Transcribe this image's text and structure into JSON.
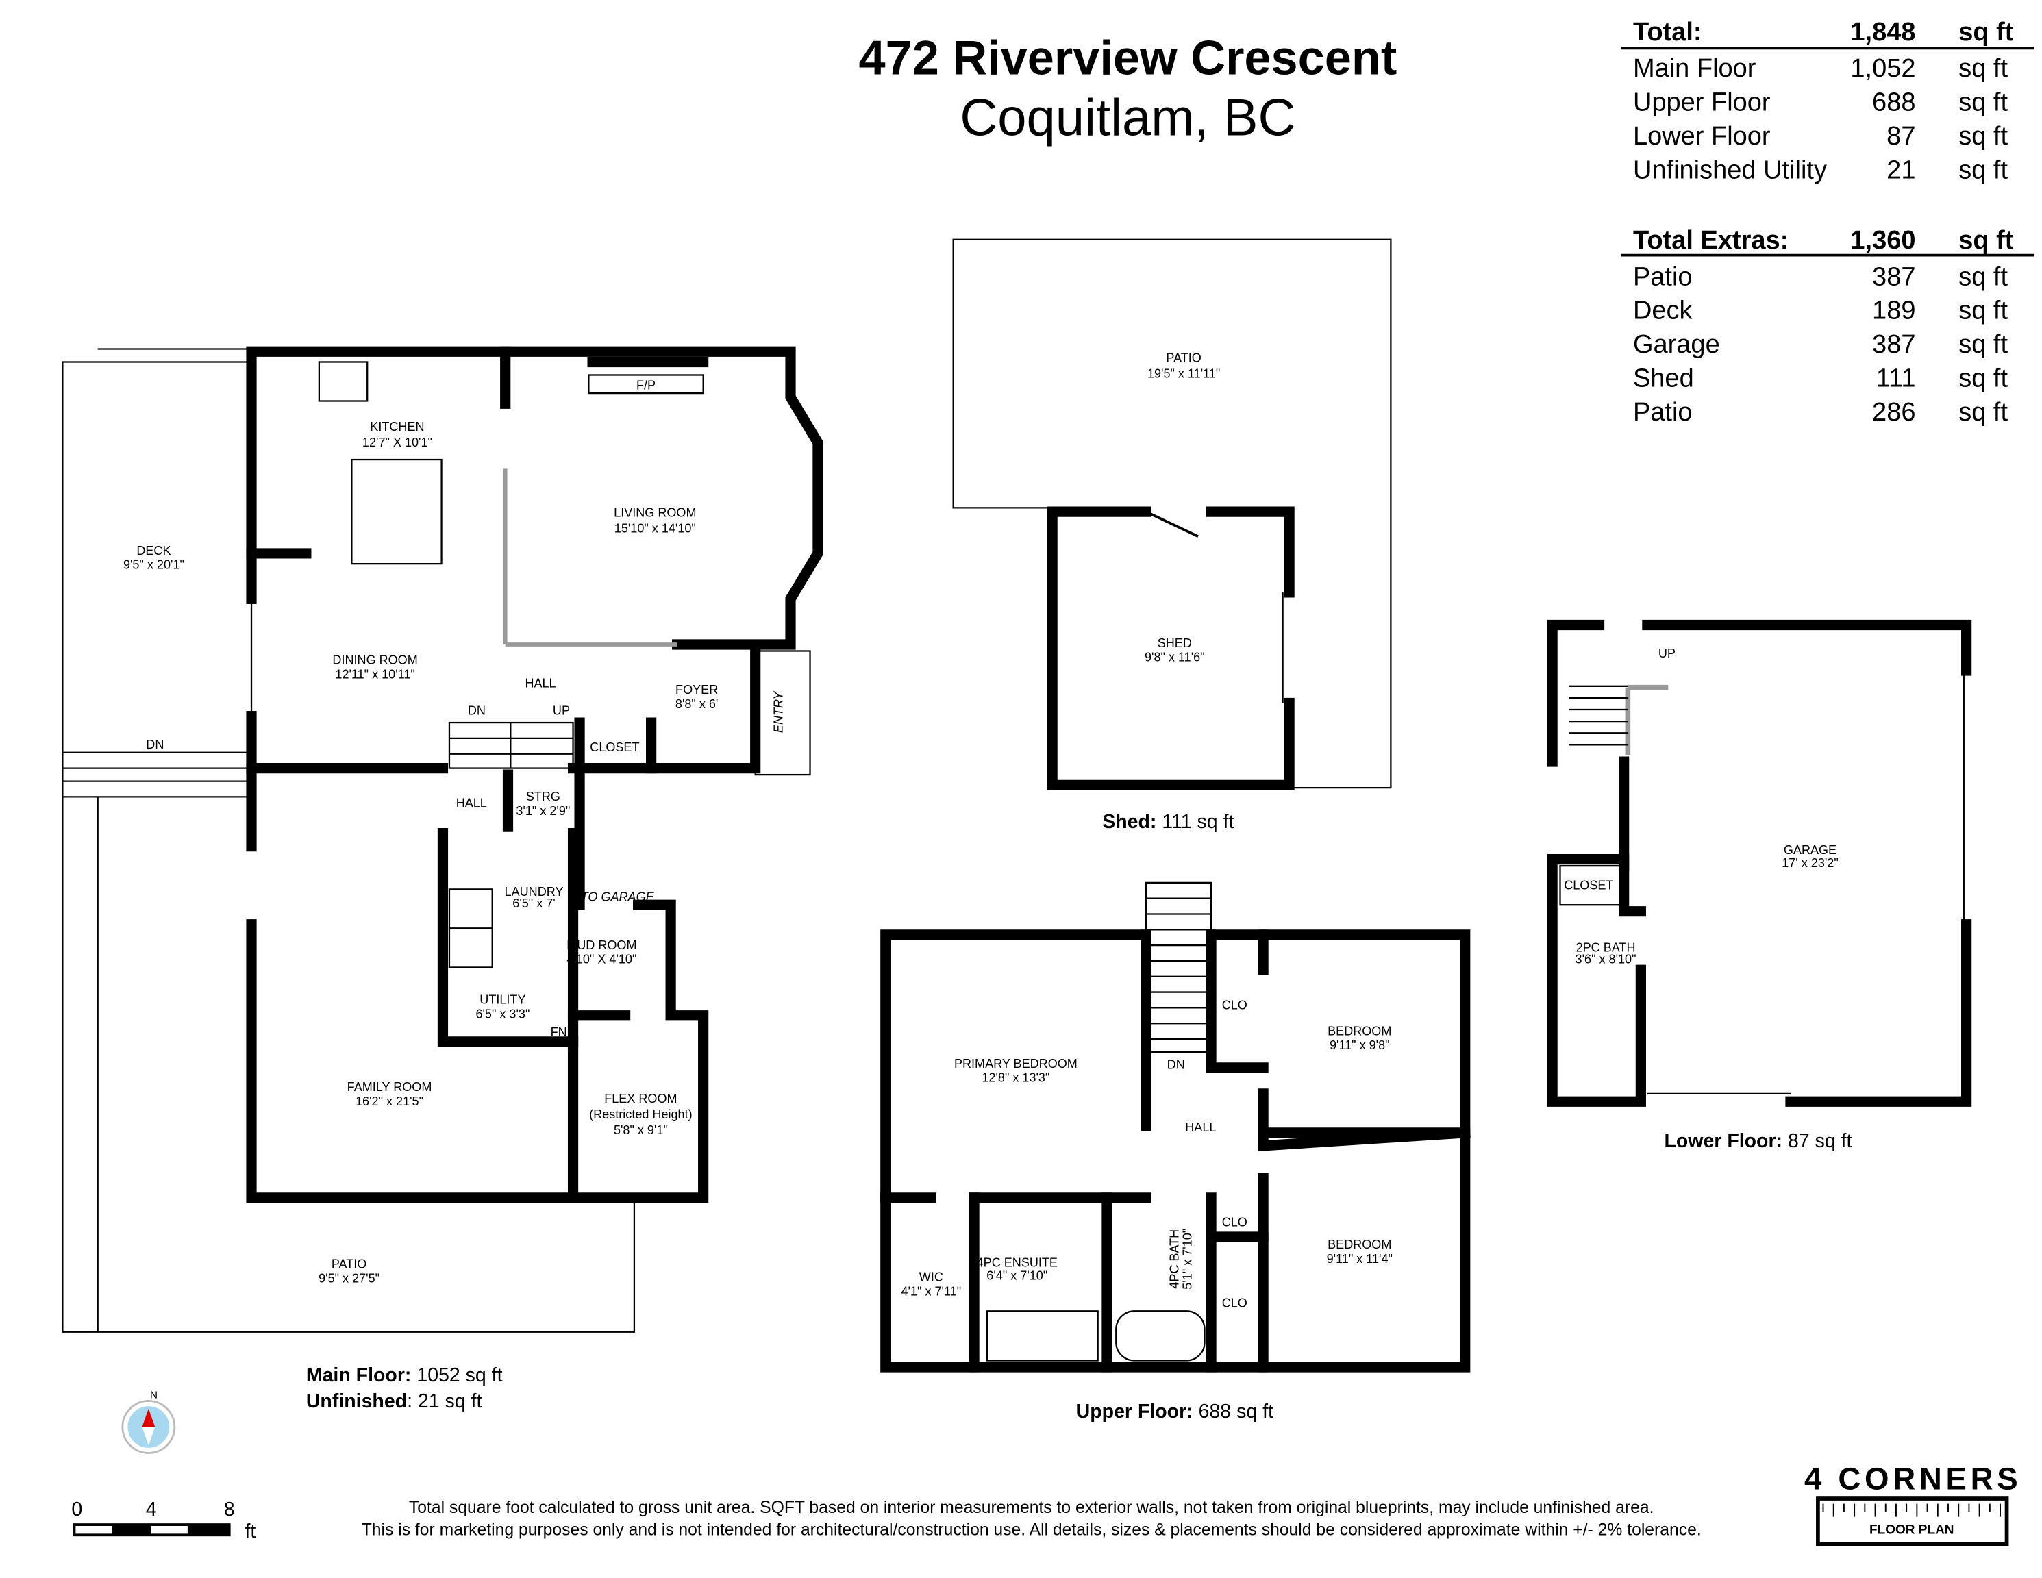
{
  "header": {
    "address": "472 Riverview Crescent",
    "city": "Coquitlam, BC"
  },
  "summary": {
    "total": {
      "label": "Total:",
      "value": "1,848",
      "unit": "sq ft"
    },
    "floors": [
      {
        "label": "Main Floor",
        "value": "1,052",
        "unit": "sq ft"
      },
      {
        "label": "Upper Floor",
        "value": "688",
        "unit": "sq ft"
      },
      {
        "label": "Lower Floor",
        "value": "87",
        "unit": "sq ft"
      },
      {
        "label": "Unfinished Utility",
        "value": "21",
        "unit": "sq ft"
      }
    ],
    "extras_total": {
      "label": "Total Extras:",
      "value": "1,360",
      "unit": "sq ft"
    },
    "extras": [
      {
        "label": "Patio",
        "value": "387",
        "unit": "sq ft"
      },
      {
        "label": "Deck",
        "value": "189",
        "unit": "sq ft"
      },
      {
        "label": "Garage",
        "value": "387",
        "unit": "sq ft"
      },
      {
        "label": "Shed",
        "value": "111",
        "unit": "sq ft"
      },
      {
        "label": "Patio",
        "value": "286",
        "unit": "sq ft"
      }
    ]
  },
  "main_floor": {
    "rooms": [
      {
        "name": "KITCHEN",
        "dims": "12'7\" X 10'1\""
      },
      {
        "name": "LIVING ROOM",
        "dims": "15'10\" x 14'10\""
      },
      {
        "name": "DINING ROOM",
        "dims": "12'11\" x 10'11\""
      },
      {
        "name": "HALL"
      },
      {
        "name": "FOYER",
        "dims": "8'8\" x 6'"
      },
      {
        "name": "ENTRY"
      },
      {
        "name": "CLOSET"
      },
      {
        "name": "DECK",
        "dims": "9'5\" x 20'1\""
      },
      {
        "name": "HALL"
      },
      {
        "name": "STRG",
        "dims": "3'1\" x 2'9\""
      },
      {
        "name": "LAUNDRY",
        "dims": "6'5\" x 7'"
      },
      {
        "name": "MUD ROOM",
        "dims": "4'10\" X 4'10\""
      },
      {
        "name": "UTILITY",
        "dims": "6'5\" x 3'3\""
      },
      {
        "name": "FAMILY ROOM",
        "dims": "16'2\" x 21'5\""
      },
      {
        "name": "FLEX ROOM",
        "note": "(Restricted Height)",
        "dims": "5'8\" x 9'1\""
      },
      {
        "name": "PATIO",
        "dims": "9'5\" x 27'5\""
      }
    ],
    "marks": {
      "fireplace": "F/P",
      "stairs_down": "DN",
      "stairs_up": "UP",
      "deck_down": "DN",
      "to_garage": "TO GARAGE",
      "furnace": "FN"
    },
    "caption": {
      "label": "Main Floor:",
      "value": "1052 sq ft"
    },
    "caption2": {
      "label": "Unfinished",
      "value": ": 21 sq ft"
    }
  },
  "shed": {
    "rooms": [
      {
        "name": "PATIO",
        "dims": "19'5\" x 11'11\""
      },
      {
        "name": "SHED",
        "dims": "9'8\" x 11'6\""
      }
    ],
    "caption": {
      "label": "Shed:",
      "value": "111 sq ft"
    }
  },
  "upper_floor": {
    "rooms": [
      {
        "name": "PRIMARY BEDROOM",
        "dims": "12'8\" x 13'3\""
      },
      {
        "name": "BEDROOM",
        "dims": "9'11\" x 9'8\""
      },
      {
        "name": "BEDROOM",
        "dims": "9'11\" x 11'4\""
      },
      {
        "name": "HALL"
      },
      {
        "name": "4PC ENSUITE",
        "dims": "6'4\" x 7'10\""
      },
      {
        "name": "WIC",
        "dims": "4'1\" x 7'11\""
      },
      {
        "name": "4PC BATH",
        "dims": "5'1\" x 7'10\""
      },
      {
        "name": "CLO"
      },
      {
        "name": "CLO"
      },
      {
        "name": "CLO"
      }
    ],
    "marks": {
      "stairs_down": "DN"
    },
    "caption": {
      "label": "Upper Floor:",
      "value": "688 sq ft"
    }
  },
  "lower_floor": {
    "rooms": [
      {
        "name": "GARAGE",
        "dims": "17' x 23'2\""
      },
      {
        "name": "CLOSET"
      },
      {
        "name": "2PC BATH",
        "dims": "3'6\" x 8'10\""
      }
    ],
    "marks": {
      "stairs_up": "UP"
    },
    "caption": {
      "label": "Lower Floor:",
      "value": "87 sq ft"
    }
  },
  "compass": {
    "north": "N",
    "icon": "compass-icon",
    "needle_color": "#e00000",
    "face_color": "#a8d8f0"
  },
  "scale_bar": {
    "ticks": [
      "0",
      "4",
      "8"
    ],
    "unit": "ft"
  },
  "footer": {
    "line1": "Total square foot calculated to gross unit area. SQFT based on interior measurements to exterior walls, not taken from original blueprints, may include unfinished area.",
    "line2": "This is for marketing purposes only and is not intended for architectural/construction use.  All details, sizes & placements should be considered approximate within +/- 2%  tolerance."
  },
  "logo": {
    "brand": "4 CORNERS",
    "sub": "FLOOR PLAN"
  }
}
